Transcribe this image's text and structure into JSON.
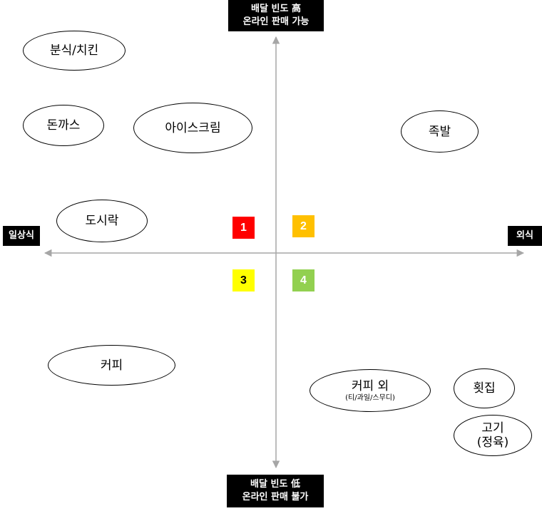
{
  "axes": {
    "top": [
      "배달 빈도 高",
      "온라인 판매 가능"
    ],
    "bottom": [
      "배달 빈도 低",
      "온라인 판매 불가"
    ],
    "left": "일상식",
    "right": "외식",
    "line_color": "#a6a6a6"
  },
  "quadrants": [
    {
      "label": "1",
      "color": "#ff0000",
      "text_color": "#ffffff"
    },
    {
      "label": "2",
      "color": "#ffc000",
      "text_color": "#ffffff"
    },
    {
      "label": "3",
      "color": "#ffff00",
      "text_color": "#000000"
    },
    {
      "label": "4",
      "color": "#92d050",
      "text_color": "#ffffff"
    }
  ],
  "items": {
    "bunsik": {
      "label": "분식/치킨"
    },
    "donkas": {
      "label": "돈까스"
    },
    "icecream": {
      "label": "아이스크림"
    },
    "jokbal": {
      "label": "족발"
    },
    "dosirak": {
      "label": "도시락"
    },
    "coffee": {
      "label": "커피"
    },
    "coffee_etc": {
      "label": "커피 외",
      "sub": "(티/과일/스무디)"
    },
    "hoet": {
      "label": "횟집"
    },
    "gogi": {
      "label": "고기",
      "sub": "(정육)"
    }
  }
}
